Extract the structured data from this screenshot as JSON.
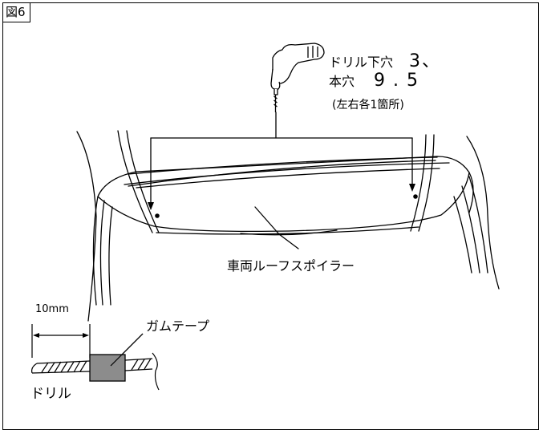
{
  "figure": {
    "label": "図6"
  },
  "labels": {
    "drill_pilot": "ドリル下穴",
    "drill_pilot_size": "3、",
    "main_hole": "本穴",
    "main_hole_size": "9.5",
    "note": "(左右各1箇所)",
    "spoiler": "車両ルーフスポイラー",
    "dimension": "10mm",
    "gum_tape": "ガムテープ",
    "drill": "ドリル"
  },
  "icons": [
    "power-drill-icon",
    "drill-bit-icon"
  ],
  "colors": {
    "line": "#000000",
    "tape_fill": "#8c8c8c",
    "background": "#ffffff"
  }
}
